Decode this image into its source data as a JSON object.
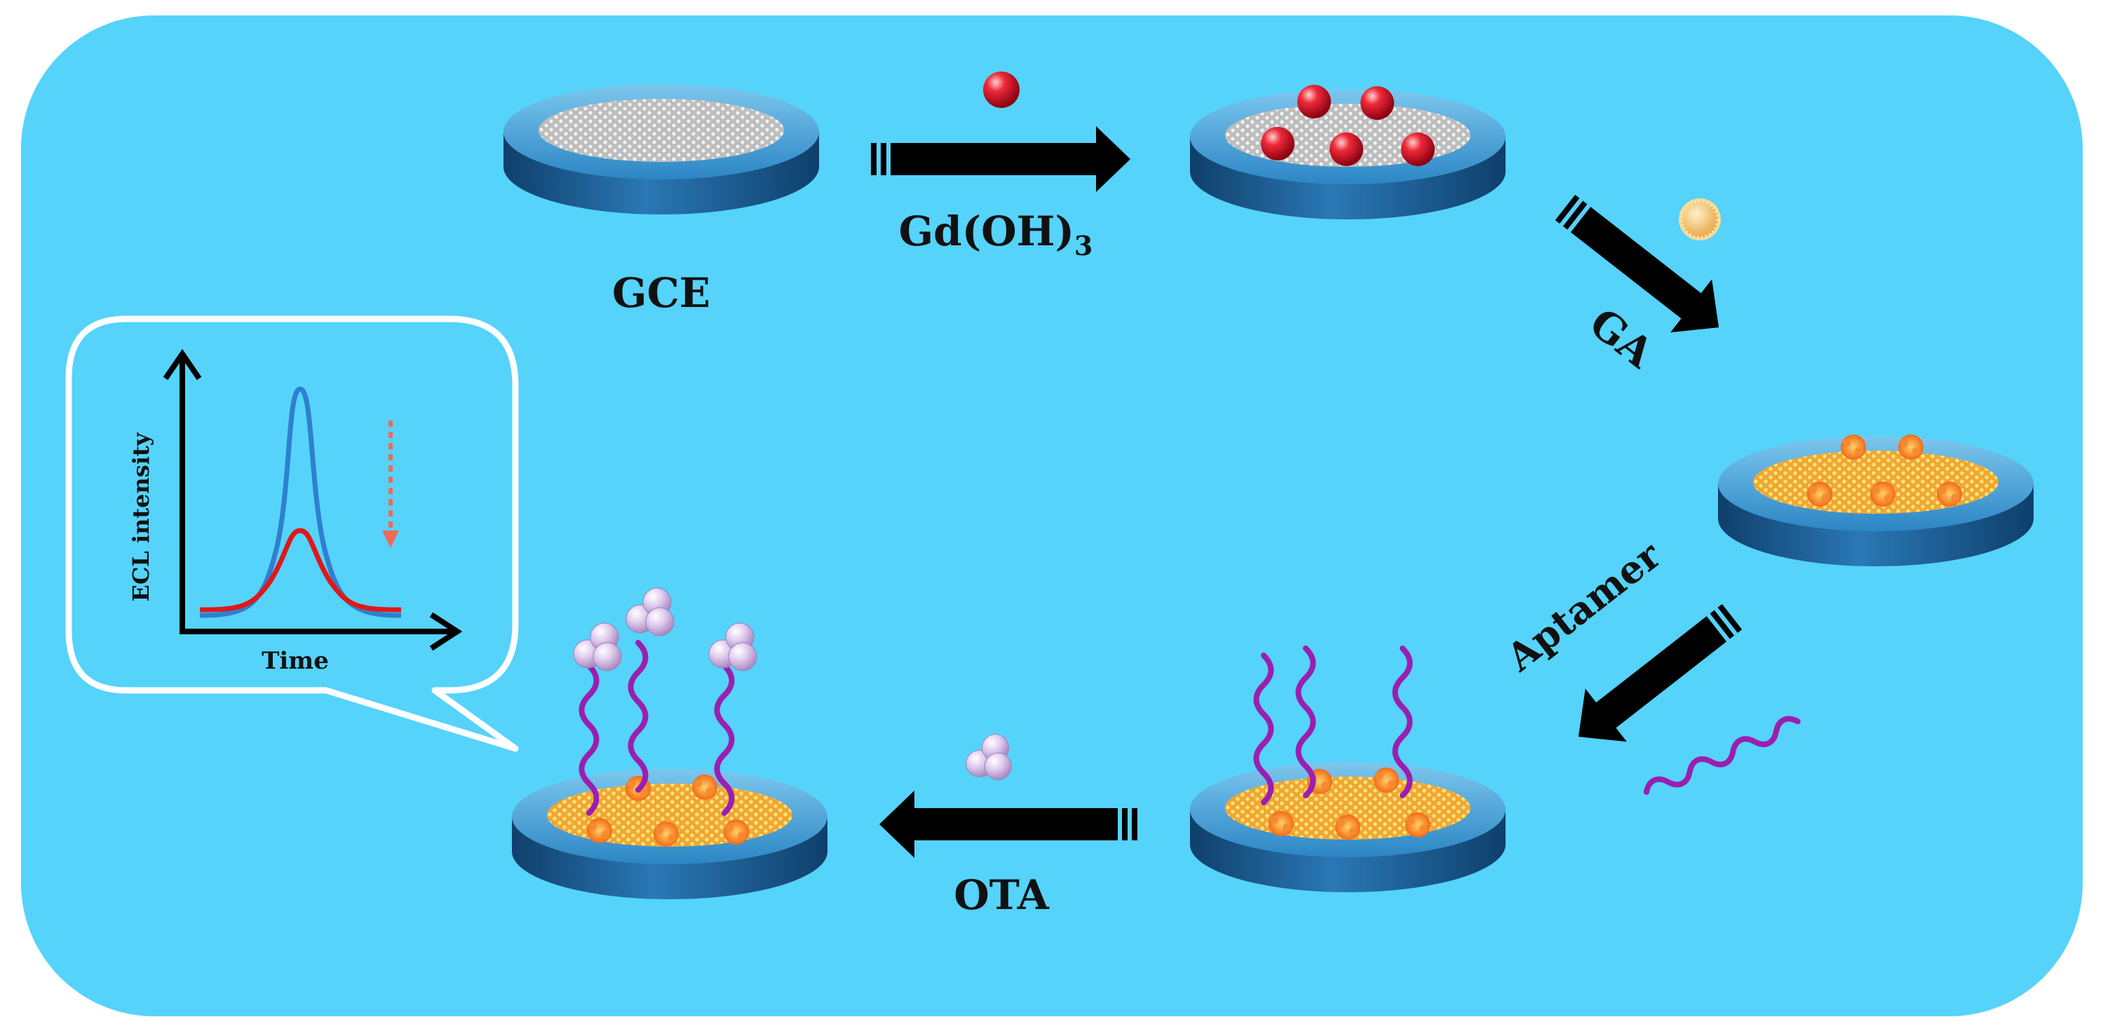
{
  "colors": {
    "panel": "#55d3fa",
    "arrow": "#000000",
    "electrode_side": "#1f5f93",
    "electrode_top_ring": "#3e9fd6",
    "gce_surface": "#cfcfcf",
    "ga_surface": "#f2b23e",
    "gd_particle": "#e0162b",
    "ga_particle": "#f4c272",
    "aptamer": "#9a1fb0",
    "ota_particle": "#d9c3ea",
    "curve_blank": "#2f7fd0",
    "curve_ota": "#e01818",
    "dashed_arrow": "#f06a5a",
    "callout_border": "#ffffff"
  },
  "labels": {
    "gce": "GCE",
    "gd_main": "Gd(OH)",
    "gd_sub": "3",
    "ga": "GA",
    "aptamer": "Aptamer",
    "ota": "OTA"
  },
  "inset": {
    "ylabel": "ECL intensity",
    "xlabel": "Time"
  }
}
